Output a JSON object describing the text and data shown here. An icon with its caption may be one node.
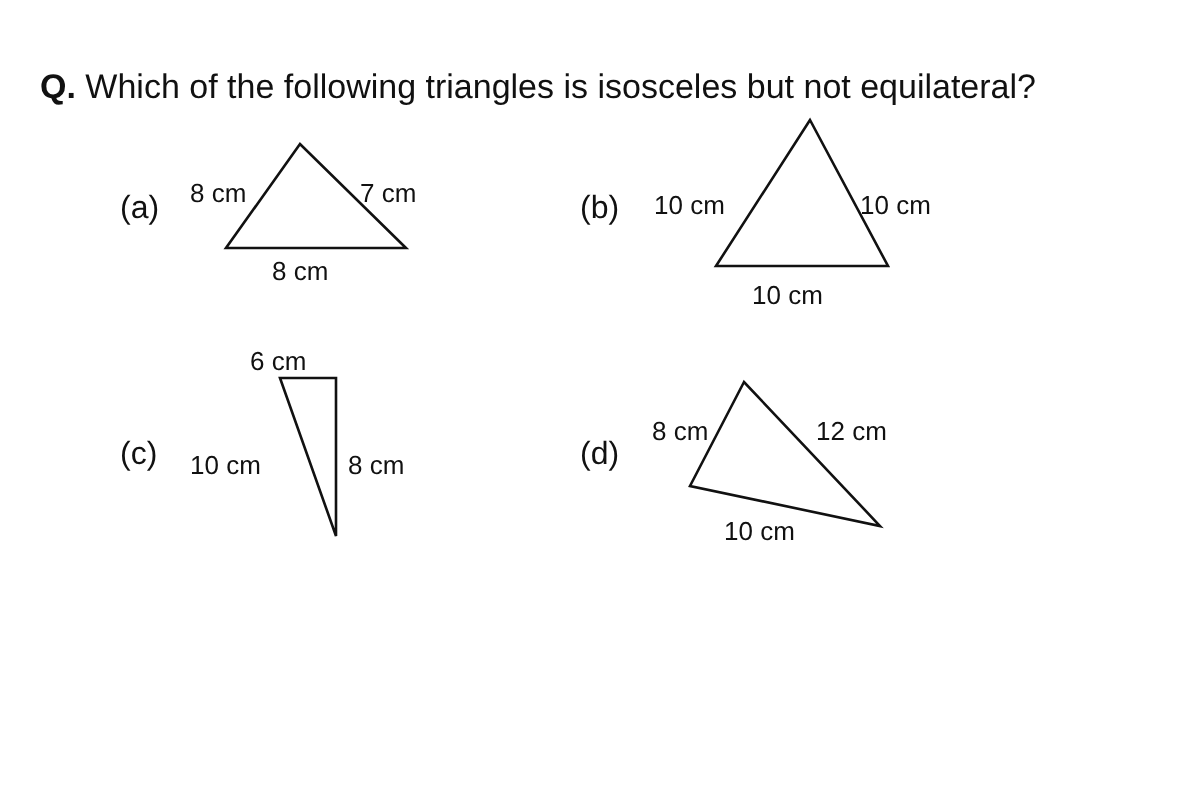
{
  "diagram": {
    "title": "**Q.** Which of the following triangles is isosceles but not equilateral?",
    "nodes": [
      {
        "text": [],
        "shape": "triangle",
        "beside": [
          "8 cm",
          "7 cm",
          "8 cm"
        ]
      },
      {
        "text": [],
        "shape": "triangle",
        "beside": [
          "10 cm",
          "10 cm",
          "10 cm"
        ]
      },
      {
        "text": [],
        "shape": "triangle",
        "beside": [
          "6 cm",
          "10 cm",
          "8 cm"
        ]
      },
      {
        "text": [],
        "shape": "triangle",
        "beside": [
          "8 cm",
          "12 cm",
          "10 cm"
        ]
      }
    ],
    "labels": [
      "(a)",
      "(b)",
      "(c)",
      "(d)"
    ]
  }
}
